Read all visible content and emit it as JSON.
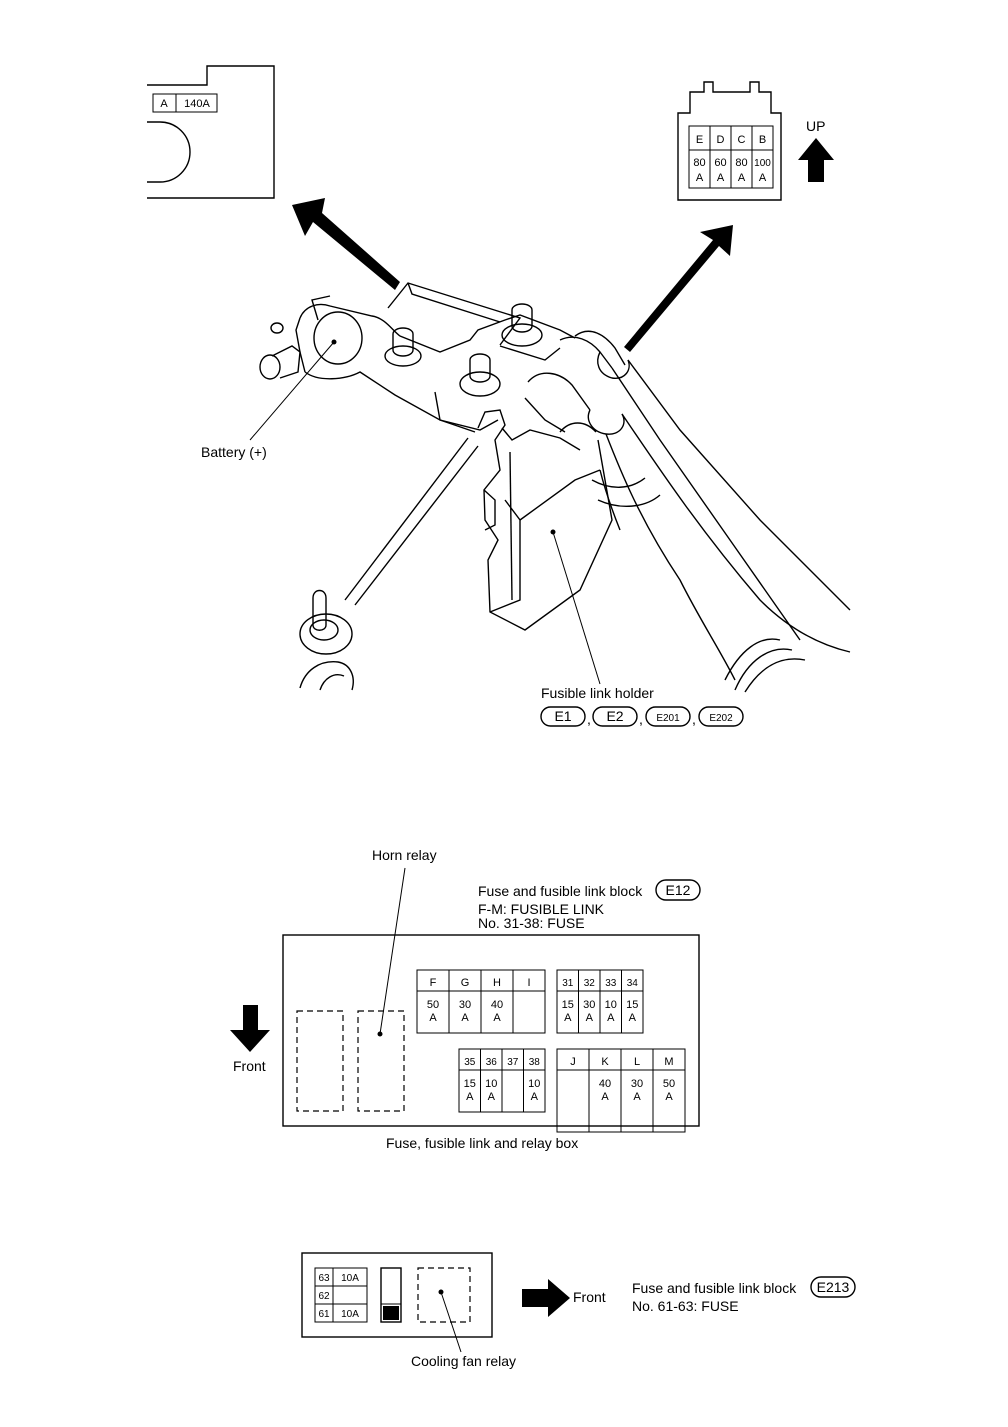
{
  "battery_fuse_tag": {
    "col1": "A",
    "col2": "140A"
  },
  "battery_label": "Battery (+)",
  "up_label": "UP",
  "top_fuses": {
    "letters": [
      "E",
      "D",
      "C",
      "B"
    ],
    "amps": [
      "80",
      "60",
      "80",
      "100"
    ],
    "unit": "A"
  },
  "fusible_link_holder": {
    "label": "Fusible link holder",
    "connectors": [
      "E1",
      "E2",
      "E201",
      "E202"
    ]
  },
  "horn_relay_label": "Horn relay",
  "fuse_block_e12": {
    "title": "Fuse and fusible link block",
    "connector": "E12",
    "line2": "F-M: FUSIBLE LINK",
    "line3": "No. 31-38: FUSE"
  },
  "front_label": "Front",
  "box_caption": "Fuse, fusible link and relay box",
  "grid_fghi": {
    "heads": [
      "F",
      "G",
      "H",
      "I"
    ],
    "amps": [
      "50",
      "30",
      "40",
      ""
    ]
  },
  "grid_31_34": {
    "heads": [
      "31",
      "32",
      "33",
      "34"
    ],
    "amps": [
      "15",
      "30",
      "10",
      "15"
    ]
  },
  "grid_35_38": {
    "heads": [
      "35",
      "36",
      "37",
      "38"
    ],
    "amps": [
      "15",
      "10",
      "",
      "10"
    ]
  },
  "grid_jklm": {
    "heads": [
      "J",
      "K",
      "L",
      "M"
    ],
    "amps": [
      "",
      "40",
      "30",
      "50"
    ]
  },
  "unit_a": "A",
  "bottom_block": {
    "rows": [
      {
        "num": "63",
        "amp": "10A"
      },
      {
        "num": "62",
        "amp": ""
      },
      {
        "num": "61",
        "amp": "10A"
      }
    ],
    "front_label": "Front",
    "title": "Fuse and fusible link block",
    "connector": "E213",
    "line2": "No. 61-63: FUSE",
    "cooling_fan_relay": "Cooling fan relay"
  }
}
